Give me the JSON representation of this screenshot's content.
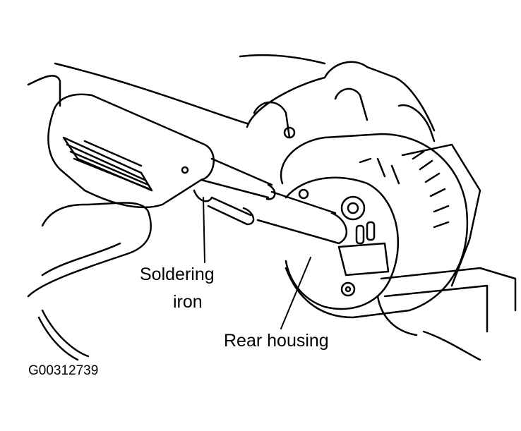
{
  "figure": {
    "labels": {
      "soldering_iron_line1": "Soldering",
      "soldering_iron_line2": "iron",
      "rear_housing": "Rear housing"
    },
    "figure_code": "G00312739",
    "colors": {
      "ink": "#000000",
      "paper": "#ffffff"
    }
  }
}
